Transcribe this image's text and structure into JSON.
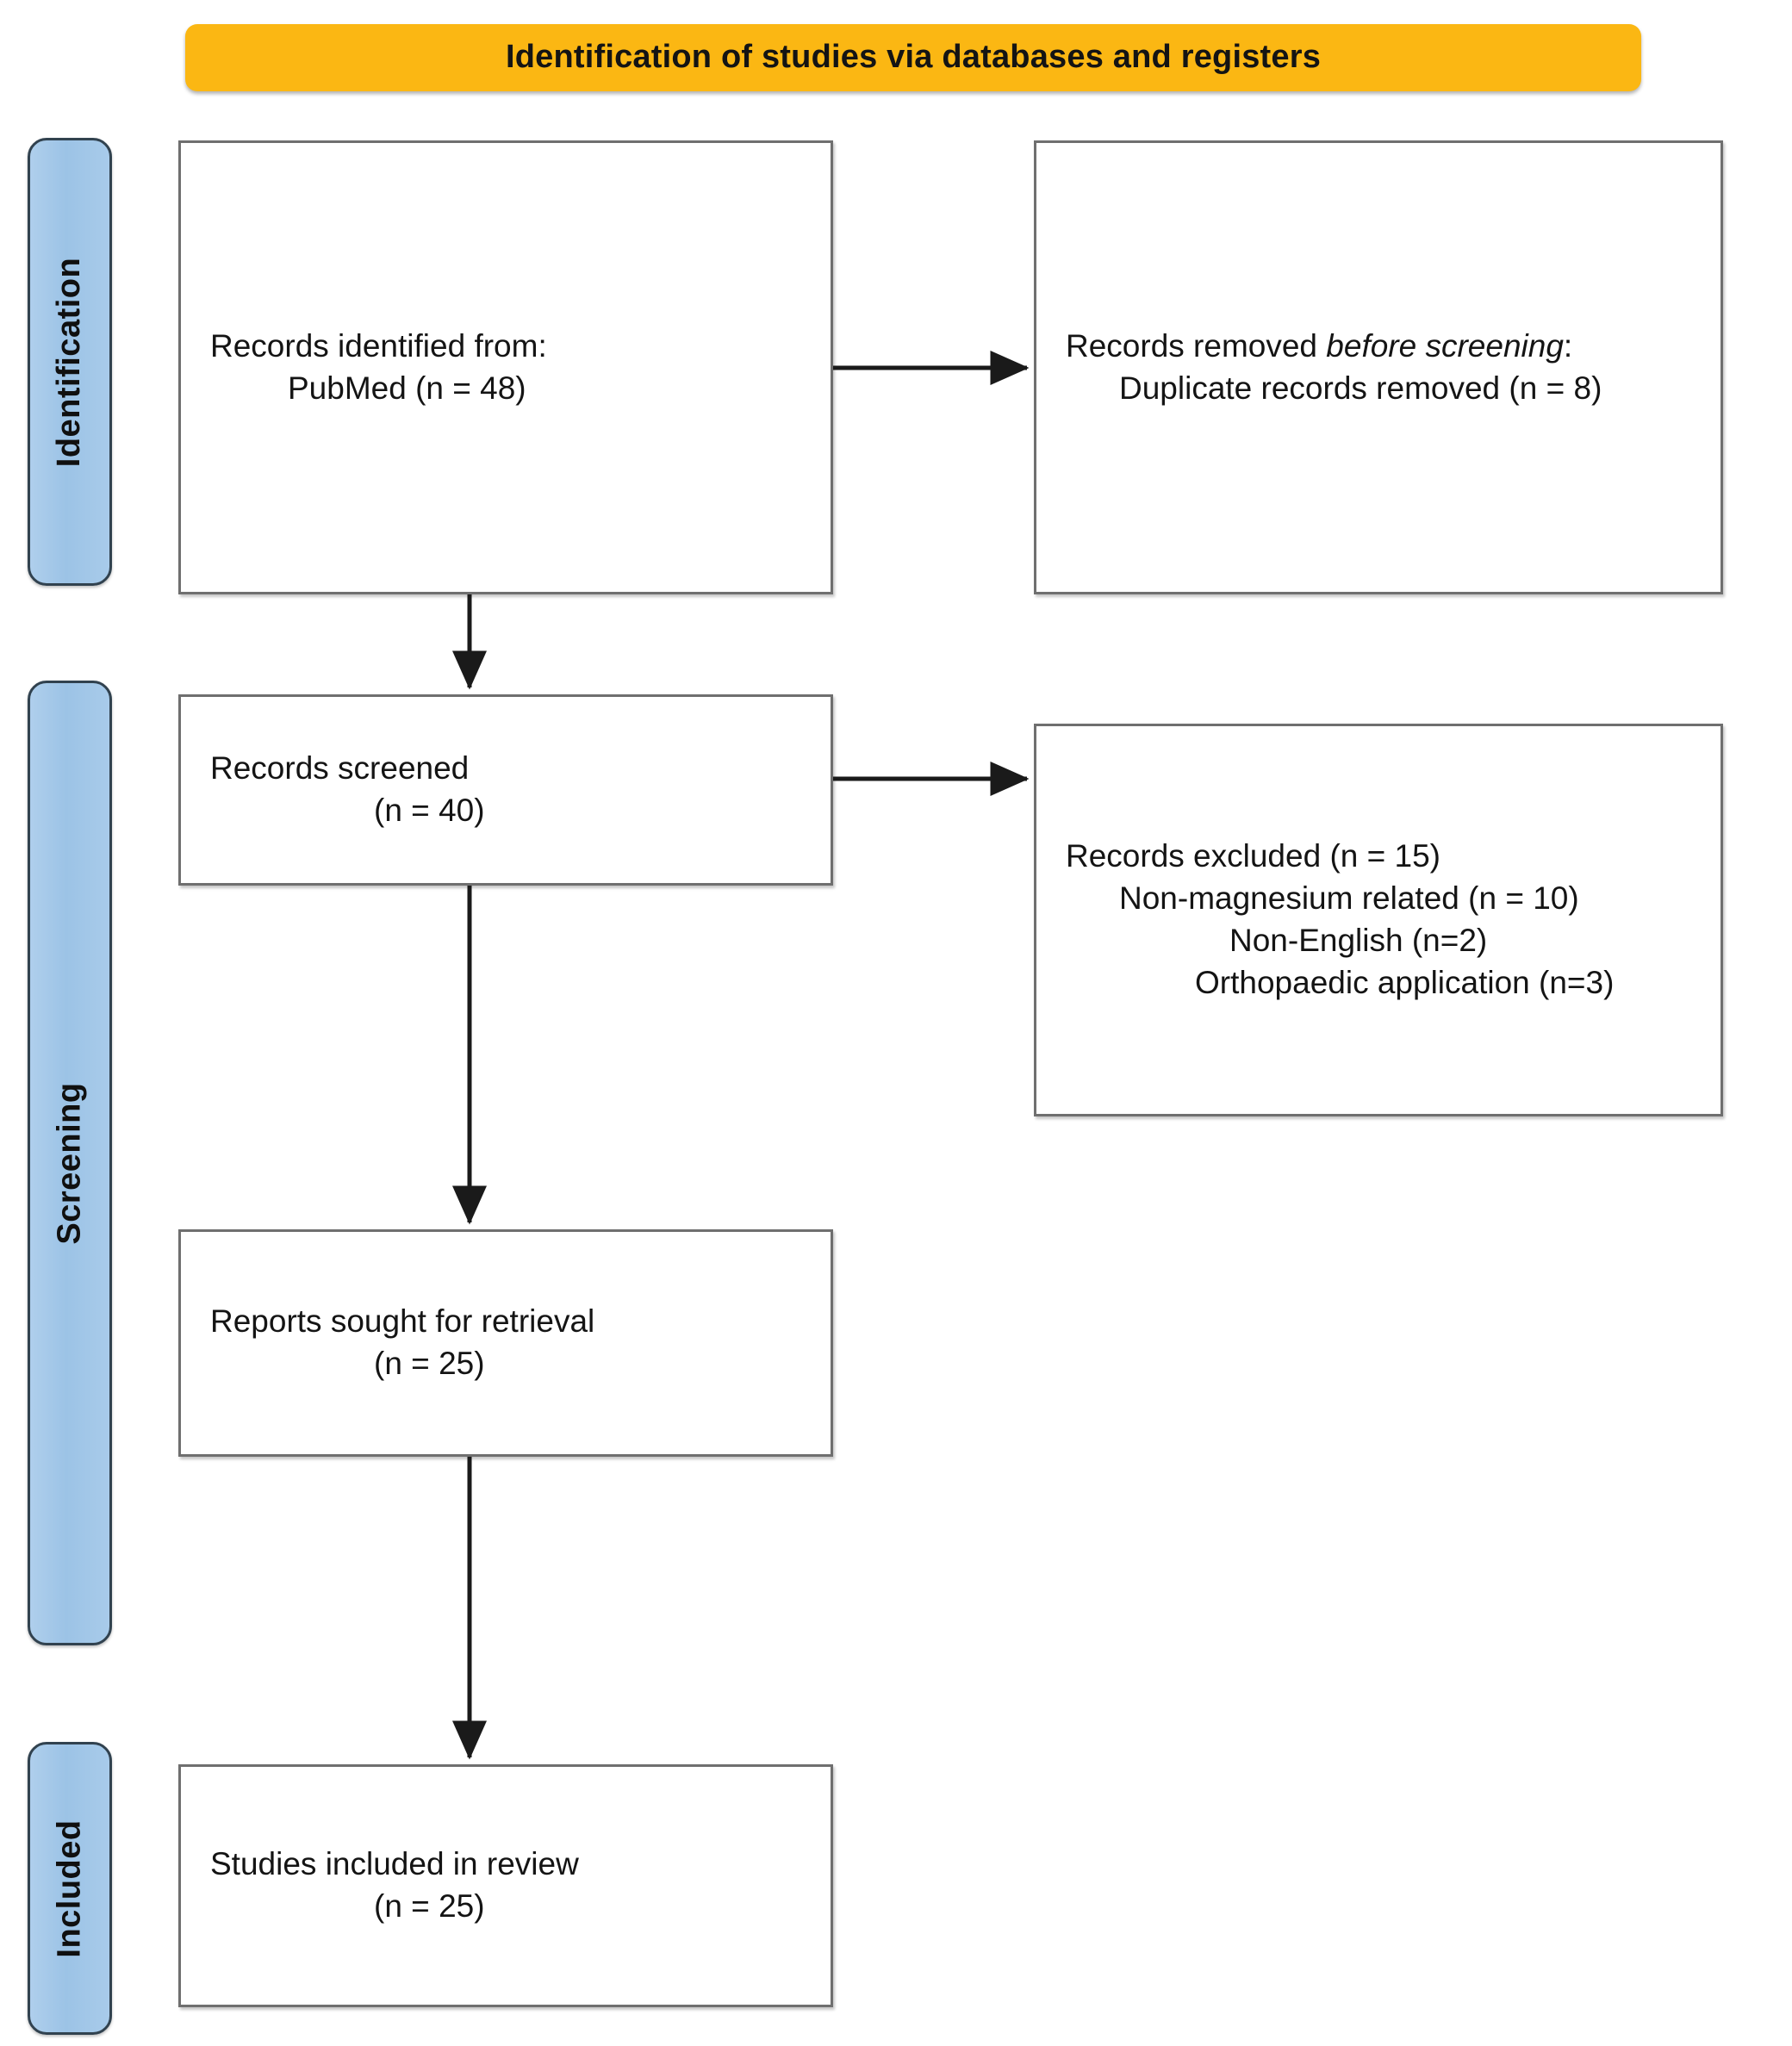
{
  "diagram": {
    "title": "Identification of studies via databases and registers",
    "type": "PRISMA flow diagram",
    "accent_color_header": "#FBB713",
    "accent_color_stage_bar": "#9CC3E6",
    "box_border_color": "#6F6F6F"
  },
  "header": {
    "label": "Identification of studies via databases and registers"
  },
  "stages": [
    {
      "id": "identification",
      "label": "Identification"
    },
    {
      "id": "screening",
      "label": "Screening"
    },
    {
      "id": "included",
      "label": "Included"
    }
  ],
  "boxes": {
    "identified": {
      "name": "records-identified",
      "line1": "Records identified from:",
      "line2": "PubMed (n = 48)"
    },
    "removed": {
      "name": "records-removed-before-screening",
      "line1_prefix": "Records removed ",
      "line1_italic": "before screening",
      "line1_suffix": ":",
      "line2": "Duplicate records removed (n = 8)"
    },
    "screened": {
      "name": "records-screened",
      "line1": "Records screened",
      "line2": "(n = 40)"
    },
    "excluded": {
      "name": "records-excluded",
      "line1": "Records excluded (n = 15)",
      "line2": "Non-magnesium related (n = 10)",
      "line3": "Non-English (n=2)",
      "line4": "Orthopaedic application (n=3)"
    },
    "sought": {
      "name": "reports-sought-for-retrieval",
      "line1": "Reports sought for retrieval",
      "line2": "(n = 25)"
    },
    "included": {
      "name": "studies-included-in-review",
      "line1": "Studies included in review",
      "line2": "(n = 25)"
    }
  },
  "chart_data": {
    "type": "flow",
    "title": "Identification of studies via databases and registers",
    "nodes": [
      {
        "id": "identified",
        "stage": "Identification",
        "label": "Records identified from: PubMed",
        "n": 48
      },
      {
        "id": "removed",
        "stage": "Identification",
        "label": "Records removed before screening: Duplicate records removed",
        "n": 8
      },
      {
        "id": "screened",
        "stage": "Screening",
        "label": "Records screened",
        "n": 40
      },
      {
        "id": "excluded",
        "stage": "Screening",
        "label": "Records excluded",
        "n": 15,
        "breakdown": [
          {
            "label": "Non-magnesium related",
            "n": 10
          },
          {
            "label": "Non-English",
            "n": 2
          },
          {
            "label": "Orthopaedic application",
            "n": 3
          }
        ]
      },
      {
        "id": "sought",
        "stage": "Screening",
        "label": "Reports sought for retrieval",
        "n": 25
      },
      {
        "id": "included",
        "stage": "Included",
        "label": "Studies included in review",
        "n": 25
      }
    ],
    "edges": [
      {
        "from": "identified",
        "to": "removed",
        "direction": "right"
      },
      {
        "from": "identified",
        "to": "screened",
        "direction": "down"
      },
      {
        "from": "screened",
        "to": "excluded",
        "direction": "right"
      },
      {
        "from": "screened",
        "to": "sought",
        "direction": "down"
      },
      {
        "from": "sought",
        "to": "included",
        "direction": "down"
      }
    ]
  }
}
